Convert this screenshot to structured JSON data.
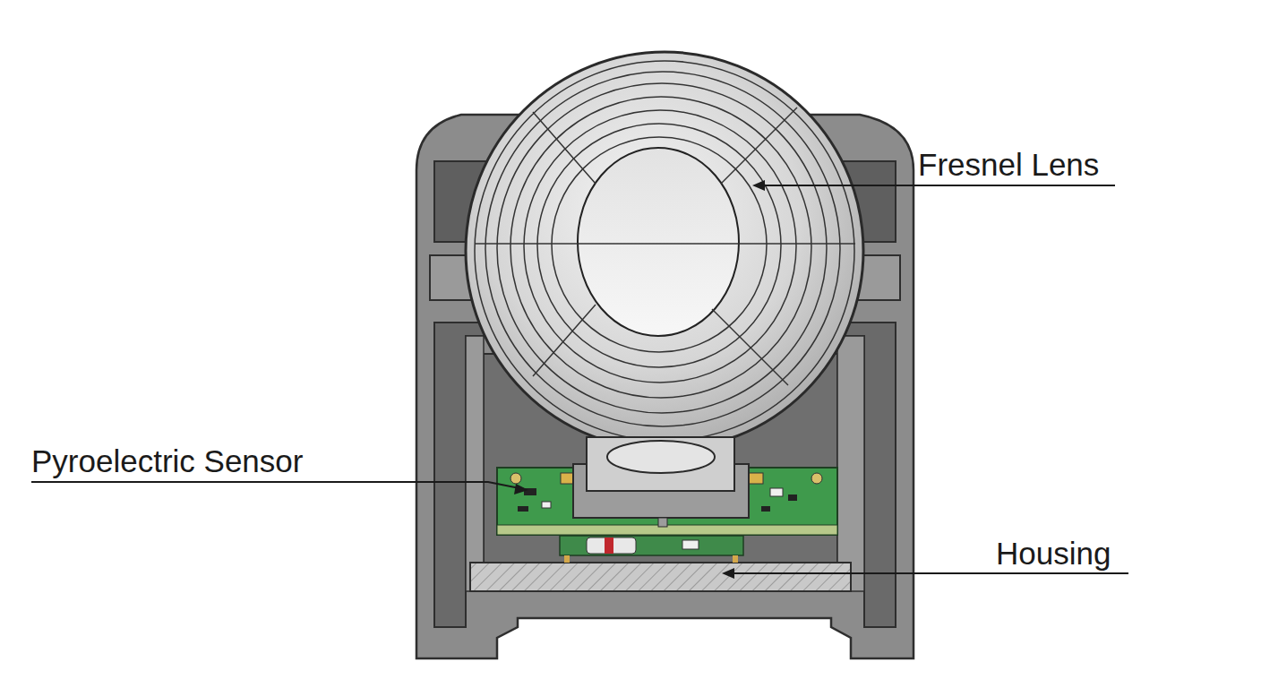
{
  "diagram": {
    "labels": [
      "Fresnel Lens",
      "Pyroelectric Sensor",
      "Housing"
    ]
  }
}
